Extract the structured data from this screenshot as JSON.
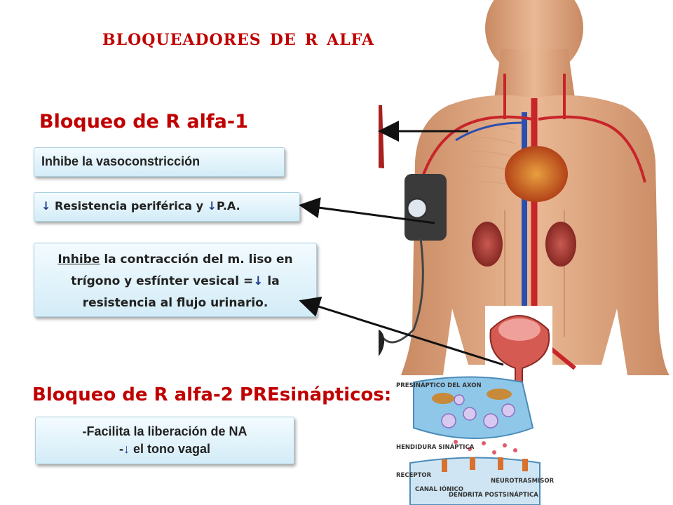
{
  "title": "Bloqueadores de R alfa",
  "section1": {
    "heading": "Bloqueo de R alfa-1",
    "box1": "Inhibe la vasoconstricción",
    "box2": {
      "arrow1": "↓",
      "text1": " Resistencia periférica y ",
      "arrow2": "↓",
      "text2": "P.A."
    },
    "box3": {
      "underlined": "Inhibe",
      "text1": " la contracción del m. liso en trígono y esfínter vesical =",
      "arrow": "↓",
      "text2": " la resistencia al flujo urinario."
    }
  },
  "section2": {
    "heading": "Bloqueo de R alfa-2 PREsinápticos:",
    "line1": "-Facilita la liberación de NA",
    "line2_dash": "-",
    "line2_arrow": "↓",
    "line2_text": " el tono vagal"
  },
  "synapse_labels": {
    "presynaptic": "PRESINÁPTICO DEL AXON",
    "cleft": "HENDIDURA SINÁPTICA",
    "receptor": "RECEPTOR",
    "channel": "CANAL IÓNICO",
    "dendrite": "DENDRITA POSTSINÁPTICA",
    "neurotransmitter": "NEUROTRASMISOR"
  },
  "colors": {
    "title": "#c00000",
    "box_top": "#f3fbff",
    "box_bottom": "#d3ecf7",
    "arrow": "#1f3a8a"
  }
}
